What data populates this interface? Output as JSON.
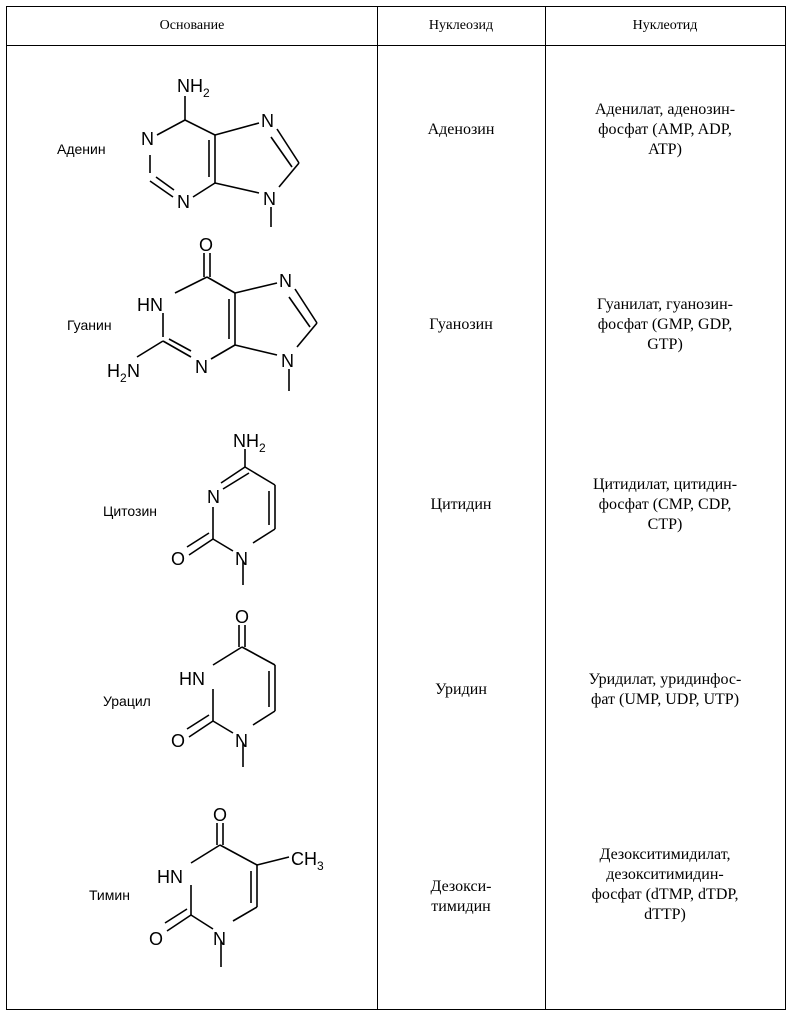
{
  "table": {
    "headers": {
      "base": "Основание",
      "nucleoside": "Нуклеозид",
      "nucleotide": "Нуклеотид"
    },
    "rows": [
      {
        "base_name": "Аденин",
        "nucleoside": "Аденозин",
        "nucleotide_lines": [
          "Аденилат, аденозин-",
          "фосфат (AMP, ADP,",
          "ATP)"
        ],
        "structure_labels": {
          "nh2": "NH",
          "nh2_sub": "2",
          "n1": "N",
          "n3": "N",
          "n7": "N",
          "n9": "N"
        }
      },
      {
        "base_name": "Гуанин",
        "nucleoside": "Гуанозин",
        "nucleotide_lines": [
          "Гуанилат, гуанозин-",
          "фосфат (GMP, GDP,",
          "GTP)"
        ],
        "structure_labels": {
          "o": "O",
          "hn": "HN",
          "h2n": "H",
          "h2n_sub": "2",
          "h2n_n": "N",
          "n3": "N",
          "n7": "N",
          "n9": "N"
        }
      },
      {
        "base_name": "Цитозин",
        "nucleoside": "Цитидин",
        "nucleotide_lines": [
          "Цитидилат, цитидин-",
          "фосфат (CMP, CDP,",
          "CTP)"
        ],
        "structure_labels": {
          "nh2": "NH",
          "nh2_sub": "2",
          "n3": "N",
          "n1": "N",
          "o": "O"
        }
      },
      {
        "base_name": "Урацил",
        "nucleoside": "Уридин",
        "nucleotide_lines": [
          "Уридилат, уридинфос-",
          "фат (UMP, UDP, UTP)"
        ],
        "structure_labels": {
          "o_top": "O",
          "hn": "HN",
          "n1": "N",
          "o": "O"
        }
      },
      {
        "base_name": "Тимин",
        "nucleoside_lines": [
          "Дезокси-",
          "тимидин"
        ],
        "nucleotide_lines": [
          "Дезокситимидилат,",
          "дезокситимидин-",
          "фосфат (dTMP, dTDP,",
          "dTTP)"
        ],
        "structure_labels": {
          "o_top": "O",
          "hn": "HN",
          "ch3": "CH",
          "ch3_sub": "3",
          "n1": "N",
          "o": "O"
        }
      }
    ]
  }
}
